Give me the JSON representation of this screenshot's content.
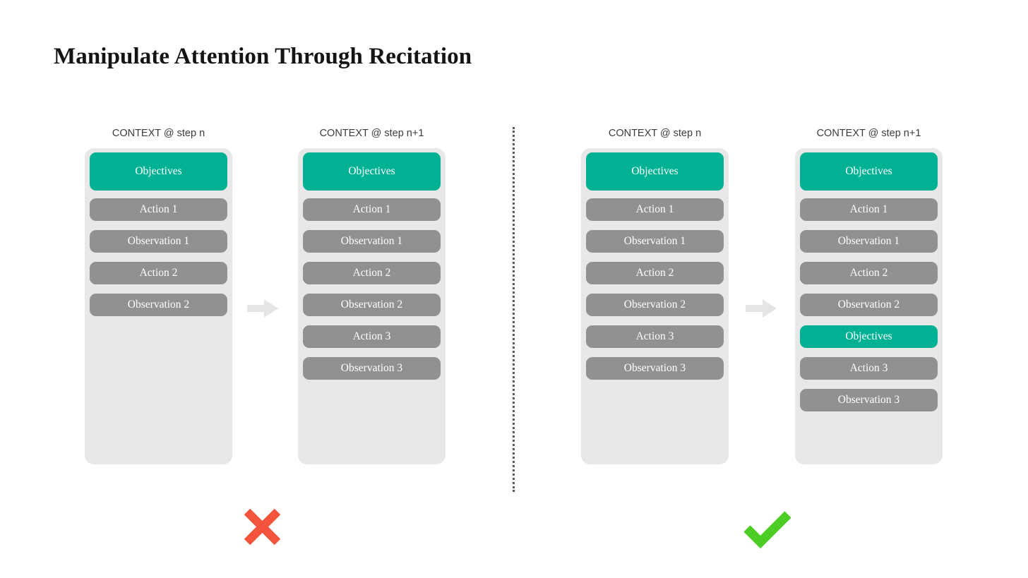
{
  "title": "Manipulate Attention Through Recitation",
  "colors": {
    "accent_teal": "#00b193",
    "block_gray": "#919191",
    "container_gray": "#e8e8e8",
    "arrow_gray": "#e5e5e5",
    "cross_red": "#f4533c",
    "check_green": "#4ccd24",
    "divider_gray": "#595959",
    "title_black": "#141414",
    "header_gray": "#3b3b3b"
  },
  "panels": [
    {
      "id": "bad-before",
      "header": "CONTEXT @ step n",
      "blocks": [
        {
          "label": "Objectives",
          "kind": "teal-header"
        },
        {
          "label": "Action 1",
          "kind": "gray"
        },
        {
          "label": "Observation 1",
          "kind": "gray"
        },
        {
          "label": "Action 2",
          "kind": "gray"
        },
        {
          "label": "Observation 2",
          "kind": "gray"
        }
      ]
    },
    {
      "id": "bad-after",
      "header": "CONTEXT @ step n+1",
      "blocks": [
        {
          "label": "Objectives",
          "kind": "teal-header"
        },
        {
          "label": "Action 1",
          "kind": "gray"
        },
        {
          "label": "Observation 1",
          "kind": "gray"
        },
        {
          "label": "Action 2",
          "kind": "gray"
        },
        {
          "label": "Observation 2",
          "kind": "gray"
        },
        {
          "label": "Action 3",
          "kind": "gray"
        },
        {
          "label": "Observation 3",
          "kind": "gray"
        }
      ]
    },
    {
      "id": "good-before",
      "header": "CONTEXT @ step n",
      "blocks": [
        {
          "label": "Objectives",
          "kind": "teal-header"
        },
        {
          "label": "Action 1",
          "kind": "gray"
        },
        {
          "label": "Observation 1",
          "kind": "gray"
        },
        {
          "label": "Action 2",
          "kind": "gray"
        },
        {
          "label": "Observation 2",
          "kind": "gray"
        },
        {
          "label": "Action 3",
          "kind": "gray"
        },
        {
          "label": "Observation 3",
          "kind": "gray"
        }
      ]
    },
    {
      "id": "good-after",
      "header": "CONTEXT @ step n+1",
      "blocks": [
        {
          "label": "Objectives",
          "kind": "teal-header"
        },
        {
          "label": "Action 1",
          "kind": "gray"
        },
        {
          "label": "Observation 1",
          "kind": "gray"
        },
        {
          "label": "Action 2",
          "kind": "gray"
        },
        {
          "label": "Observation 2",
          "kind": "gray"
        },
        {
          "label": "Objectives",
          "kind": "teal-inline"
        },
        {
          "label": "Action 3",
          "kind": "gray"
        },
        {
          "label": "Observation 3",
          "kind": "gray"
        }
      ]
    }
  ],
  "arrows": [
    {
      "id": "arrow-bad",
      "icon": "arrow-right-icon"
    },
    {
      "id": "arrow-good",
      "icon": "arrow-right-icon"
    }
  ],
  "verdicts": [
    {
      "id": "verdict-bad",
      "icon": "cross-mark-icon",
      "meaning": "incorrect"
    },
    {
      "id": "verdict-good",
      "icon": "check-mark-icon",
      "meaning": "correct"
    }
  ],
  "divider": {
    "style": "dotted-vertical"
  }
}
